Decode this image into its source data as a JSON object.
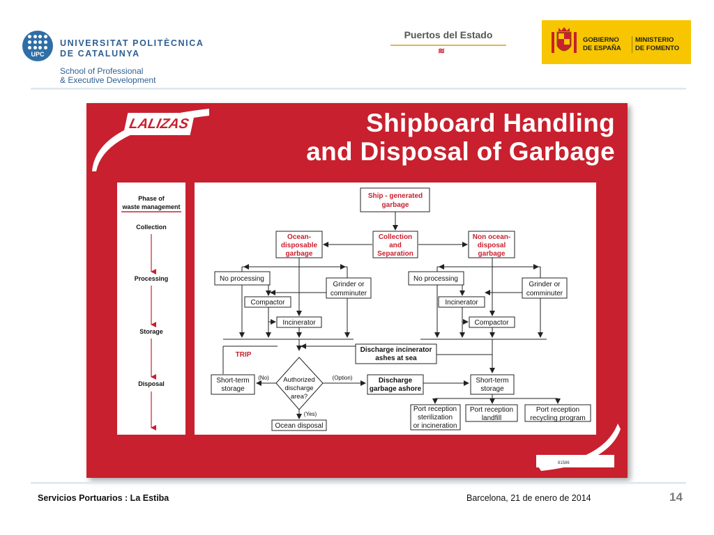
{
  "header": {
    "upc_abbr": "UPC",
    "university_line1": "UNIVERSITAT POLITÈCNICA",
    "university_line2": "DE CATALUNYA",
    "school_line1": "School of Professional",
    "school_line2": "& Executive Development",
    "puertos": "Puertos del Estado",
    "gobierno_line1": "GOBIERNO",
    "gobierno_line2": "DE ESPAÑA",
    "ministerio_line1": "MINISTERIO",
    "ministerio_line2": "DE FOMENTO"
  },
  "poster": {
    "brand": "LALIZAS",
    "title_line1": "Shipboard Handling",
    "title_line2": "and Disposal of Garbage",
    "code": "81586",
    "colors": {
      "red": "#c8202e",
      "white": "#ffffff"
    }
  },
  "phase": {
    "heading_line1": "Phase of",
    "heading_line2": "waste management",
    "steps": [
      "Collection",
      "Processing",
      "Storage",
      "Disposal"
    ]
  },
  "flow": {
    "ship_line1": "Ship - generated",
    "ship_line2": "garbage",
    "collection_line1": "Collection",
    "collection_line2": "and",
    "collection_line3": "Separation",
    "ocean_line1": "Ocean-",
    "ocean_line2": "disposable",
    "ocean_line3": "garbage",
    "nonocean_line1": "Non ocean-",
    "nonocean_line2": "disposal",
    "nonocean_line3": "garbage",
    "no_processing": "No processing",
    "grinder_line1": "Grinder or",
    "grinder_line2": "comminuter",
    "compactor": "Compactor",
    "incinerator": "Incinerator",
    "discharge_ash_line1": "Discharge incinerator",
    "discharge_ash_line2": "ashes at sea",
    "trip": "TRIP",
    "shortterm_line1": "Short-term",
    "shortterm_line2": "storage",
    "authorized_line1": "Authorized",
    "authorized_line2": "discharge",
    "authorized_line3": "area?",
    "no_label": "(No)",
    "option_label": "(Option)",
    "yes_label": "(Yes)",
    "ashore_line1": "Discharge",
    "ashore_line2": "garbage ashore",
    "ocean_disposal": "Ocean disposal",
    "port_ster_line1": "Port reception",
    "port_ster_line2": "sterilization",
    "port_ster_line3": "or incineration",
    "port_land_line1": "Port reception",
    "port_land_line2": "landfill",
    "port_recy_line1": "Port reception",
    "port_recy_line2": "recycling program"
  },
  "footer": {
    "left": "Servicios Portuarios : La Estiba",
    "middle": "Barcelona, 21 de enero de 2014",
    "page": "14"
  }
}
